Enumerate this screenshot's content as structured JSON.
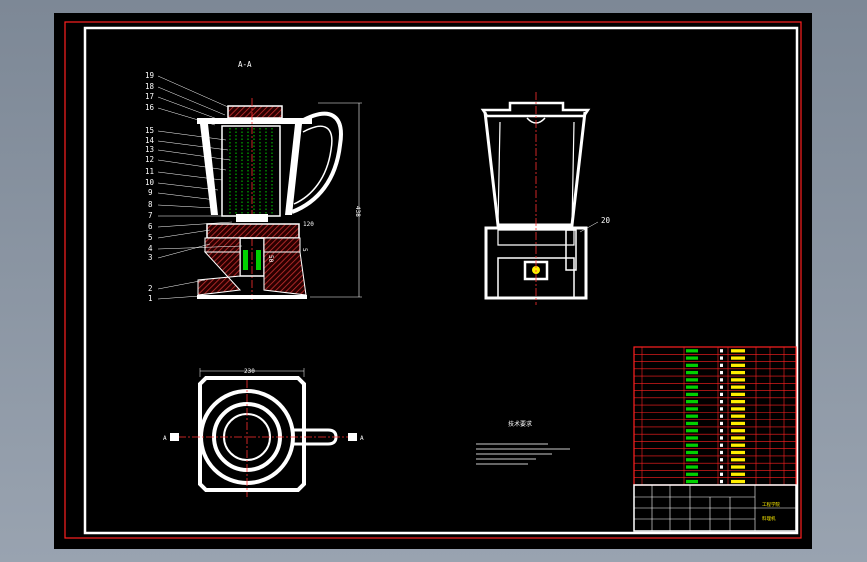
{
  "drawing": {
    "section_title": "A-A",
    "part_numbers": [
      "19",
      "18",
      "17",
      "16",
      "15",
      "14",
      "13",
      "12",
      "11",
      "10",
      "9",
      "8",
      "7",
      "6",
      "5",
      "4",
      "3",
      "2",
      "1"
    ],
    "part_number_side": "20",
    "dim_height": "438",
    "dim_width": "230",
    "dim_small_a": "120",
    "dim_small_b": "50",
    "dim_small_c": "5",
    "section_mark": "A",
    "notes_title": "技术要求"
  },
  "colors": {
    "sheet": "#000000",
    "border": "#ff2020",
    "outline": "#ffffff",
    "hatch": "#c83030",
    "centerline": "#ff3030",
    "green": "#00d000",
    "yellow": "#ffee00"
  },
  "title_block": {
    "school": "工程学院",
    "drawing_name": "料理机"
  }
}
